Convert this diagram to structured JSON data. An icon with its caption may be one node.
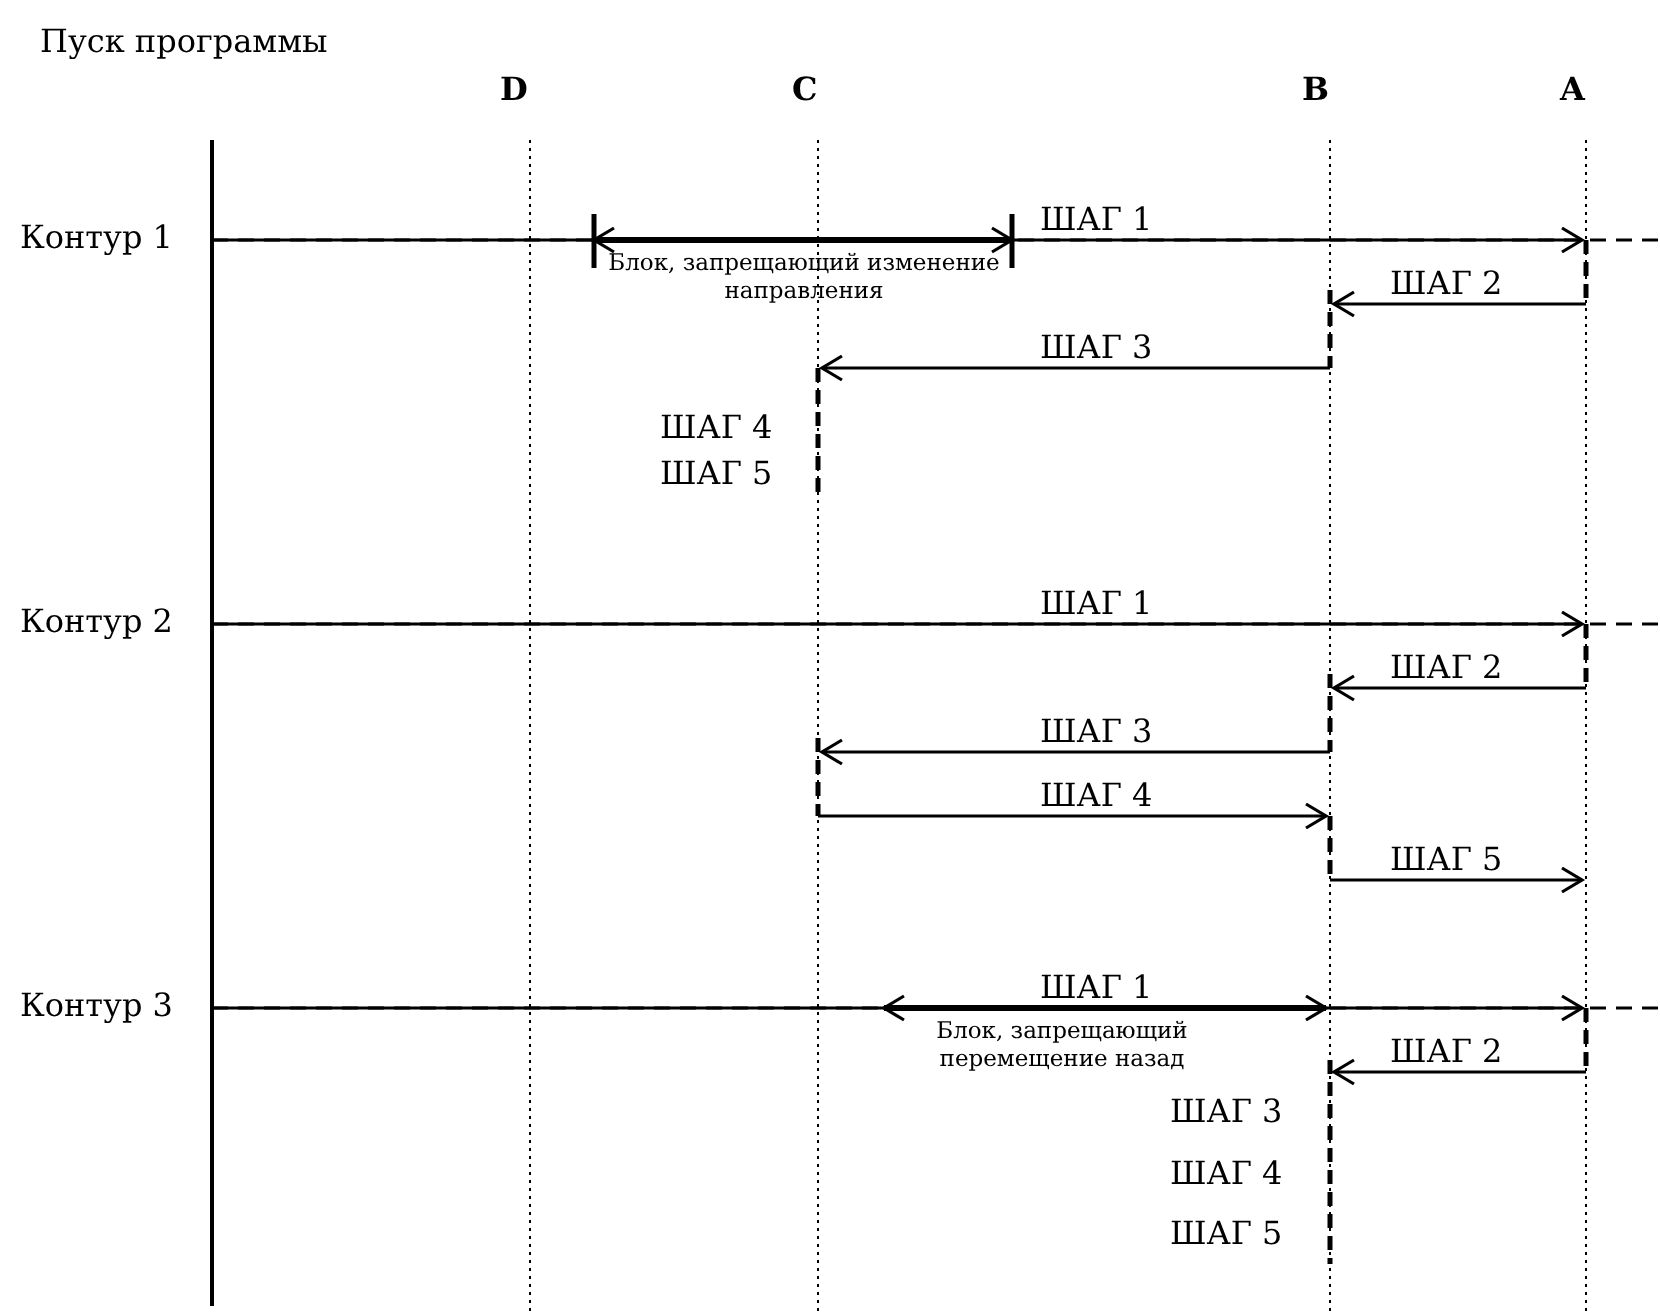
{
  "diagram": {
    "labels": [
      "Пуск программы",
      "D",
      "C",
      "B",
      "A",
      "Контур 1",
      "ШАГ 1",
      "Блок, запрещающий изменение направления",
      "ШАГ 2",
      "ШАГ 3",
      "ШАГ 4",
      "ШАГ 5",
      "Контур 2",
      "ШАГ 1",
      "ШАГ 2",
      "ШАГ 3",
      "ШАГ 4",
      "ШАГ 5",
      "Контур 3",
      "ШАГ 1",
      "Блок, запрещающий перемещение назад",
      "ШАГ 2",
      "ШАГ 3",
      "ШАГ 4",
      "ШАГ 5"
    ]
  }
}
